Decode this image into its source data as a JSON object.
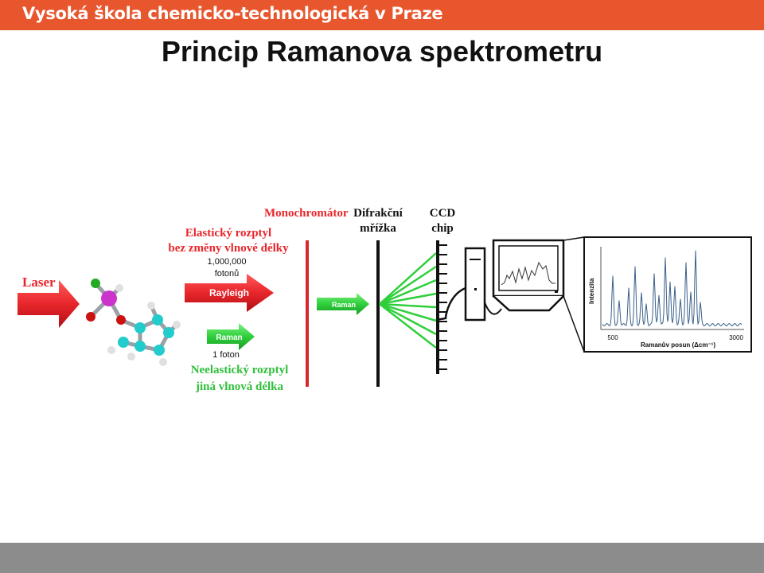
{
  "header": {
    "institution": "Vysoká škola chemicko-technologická v Praze"
  },
  "title": "Princip Ramanova spektrometru",
  "diagram": {
    "laser_label": "Laser",
    "monochromator_label": "Monochromátor",
    "grating_label_1": "Difrakční",
    "grating_label_2": "mřížka",
    "ccd_label_1": "CCD",
    "ccd_label_2": "chip",
    "elastic_label_1": "Elastický rozptyl",
    "elastic_label_2": "bez změny vlnové délky",
    "photon_count": "1,000,000",
    "photon_unit": "fotonů",
    "rayleigh_arrow": "Rayleigh",
    "raman_arrow_small": "Raman",
    "one_photon": "1 foton",
    "inelastic_label_1": "Neelastický rozptyl",
    "inelastic_label_2": "jiná vlnová délka",
    "raman_arrow_mid": "Raman",
    "spectrum_ylabel": "Intenzita",
    "spectrum_xlabel": "Ramanův posun (Δcm⁻¹)",
    "spectrum_tick_left": "500",
    "spectrum_tick_right": "3000"
  },
  "colors": {
    "header": "#e8562e",
    "footer": "#8c8c8c",
    "red": "#e8262b",
    "green": "#2fcf3c",
    "spectrum": "#3a5f8a"
  }
}
